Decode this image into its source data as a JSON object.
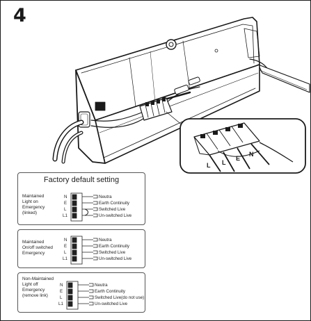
{
  "step": {
    "number": "4"
  },
  "wiring_panels": [
    {
      "title": "Factory default setting",
      "mode_lines": [
        "Maintained",
        "Light on",
        "Emergency",
        "(linked)"
      ],
      "terminals": [
        "N",
        "E",
        "L",
        "L1"
      ],
      "connections": [
        "Neutra",
        "Earth Continuity",
        "Switched Live",
        "Un-switched Live"
      ]
    },
    {
      "mode_lines": [
        "Maintained",
        "On/off switched",
        "Emergency"
      ],
      "terminals": [
        "N",
        "E",
        "L",
        "L1"
      ],
      "connections": [
        "Neutra",
        "Earth Continuity",
        "Switched Live",
        "Un-switched Live"
      ]
    },
    {
      "mode_lines": [
        "Non-Maintained",
        "Light off",
        "Emergency",
        "(remove link)"
      ],
      "terminals": [
        "N",
        "E",
        "L",
        "L1"
      ],
      "connections": [
        "Neutra",
        "Earth Continuity",
        "Switched Live(do not use)",
        "Un-switched Live"
      ]
    }
  ],
  "magnified_terminal_labels": [
    "L",
    "L",
    "E",
    "N"
  ]
}
